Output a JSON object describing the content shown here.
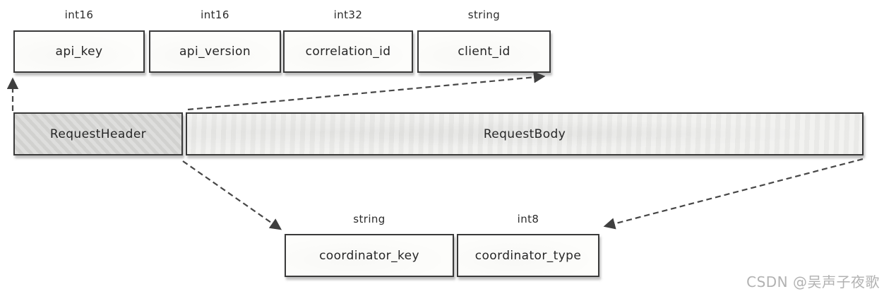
{
  "top_fields": [
    {
      "type": "int16",
      "name": "api_key"
    },
    {
      "type": "int16",
      "name": "api_version"
    },
    {
      "type": "int32",
      "name": "correlation_id"
    },
    {
      "type": "string",
      "name": "client_id"
    }
  ],
  "request_row": {
    "header": "RequestHeader",
    "body": "RequestBody"
  },
  "bottom_fields": [
    {
      "type": "string",
      "name": "coordinator_key"
    },
    {
      "type": "int8",
      "name": "coordinator_type"
    }
  ],
  "watermark": "CSDN @吴声子夜歌",
  "colors": {
    "box_border": "#3a3a3a",
    "field_fill": "#fdfdfb",
    "header_fill": "#d5d5d3",
    "body_fill": "#ededeb",
    "arrow": "#474747",
    "watermark_text": "#b2b2b2"
  }
}
